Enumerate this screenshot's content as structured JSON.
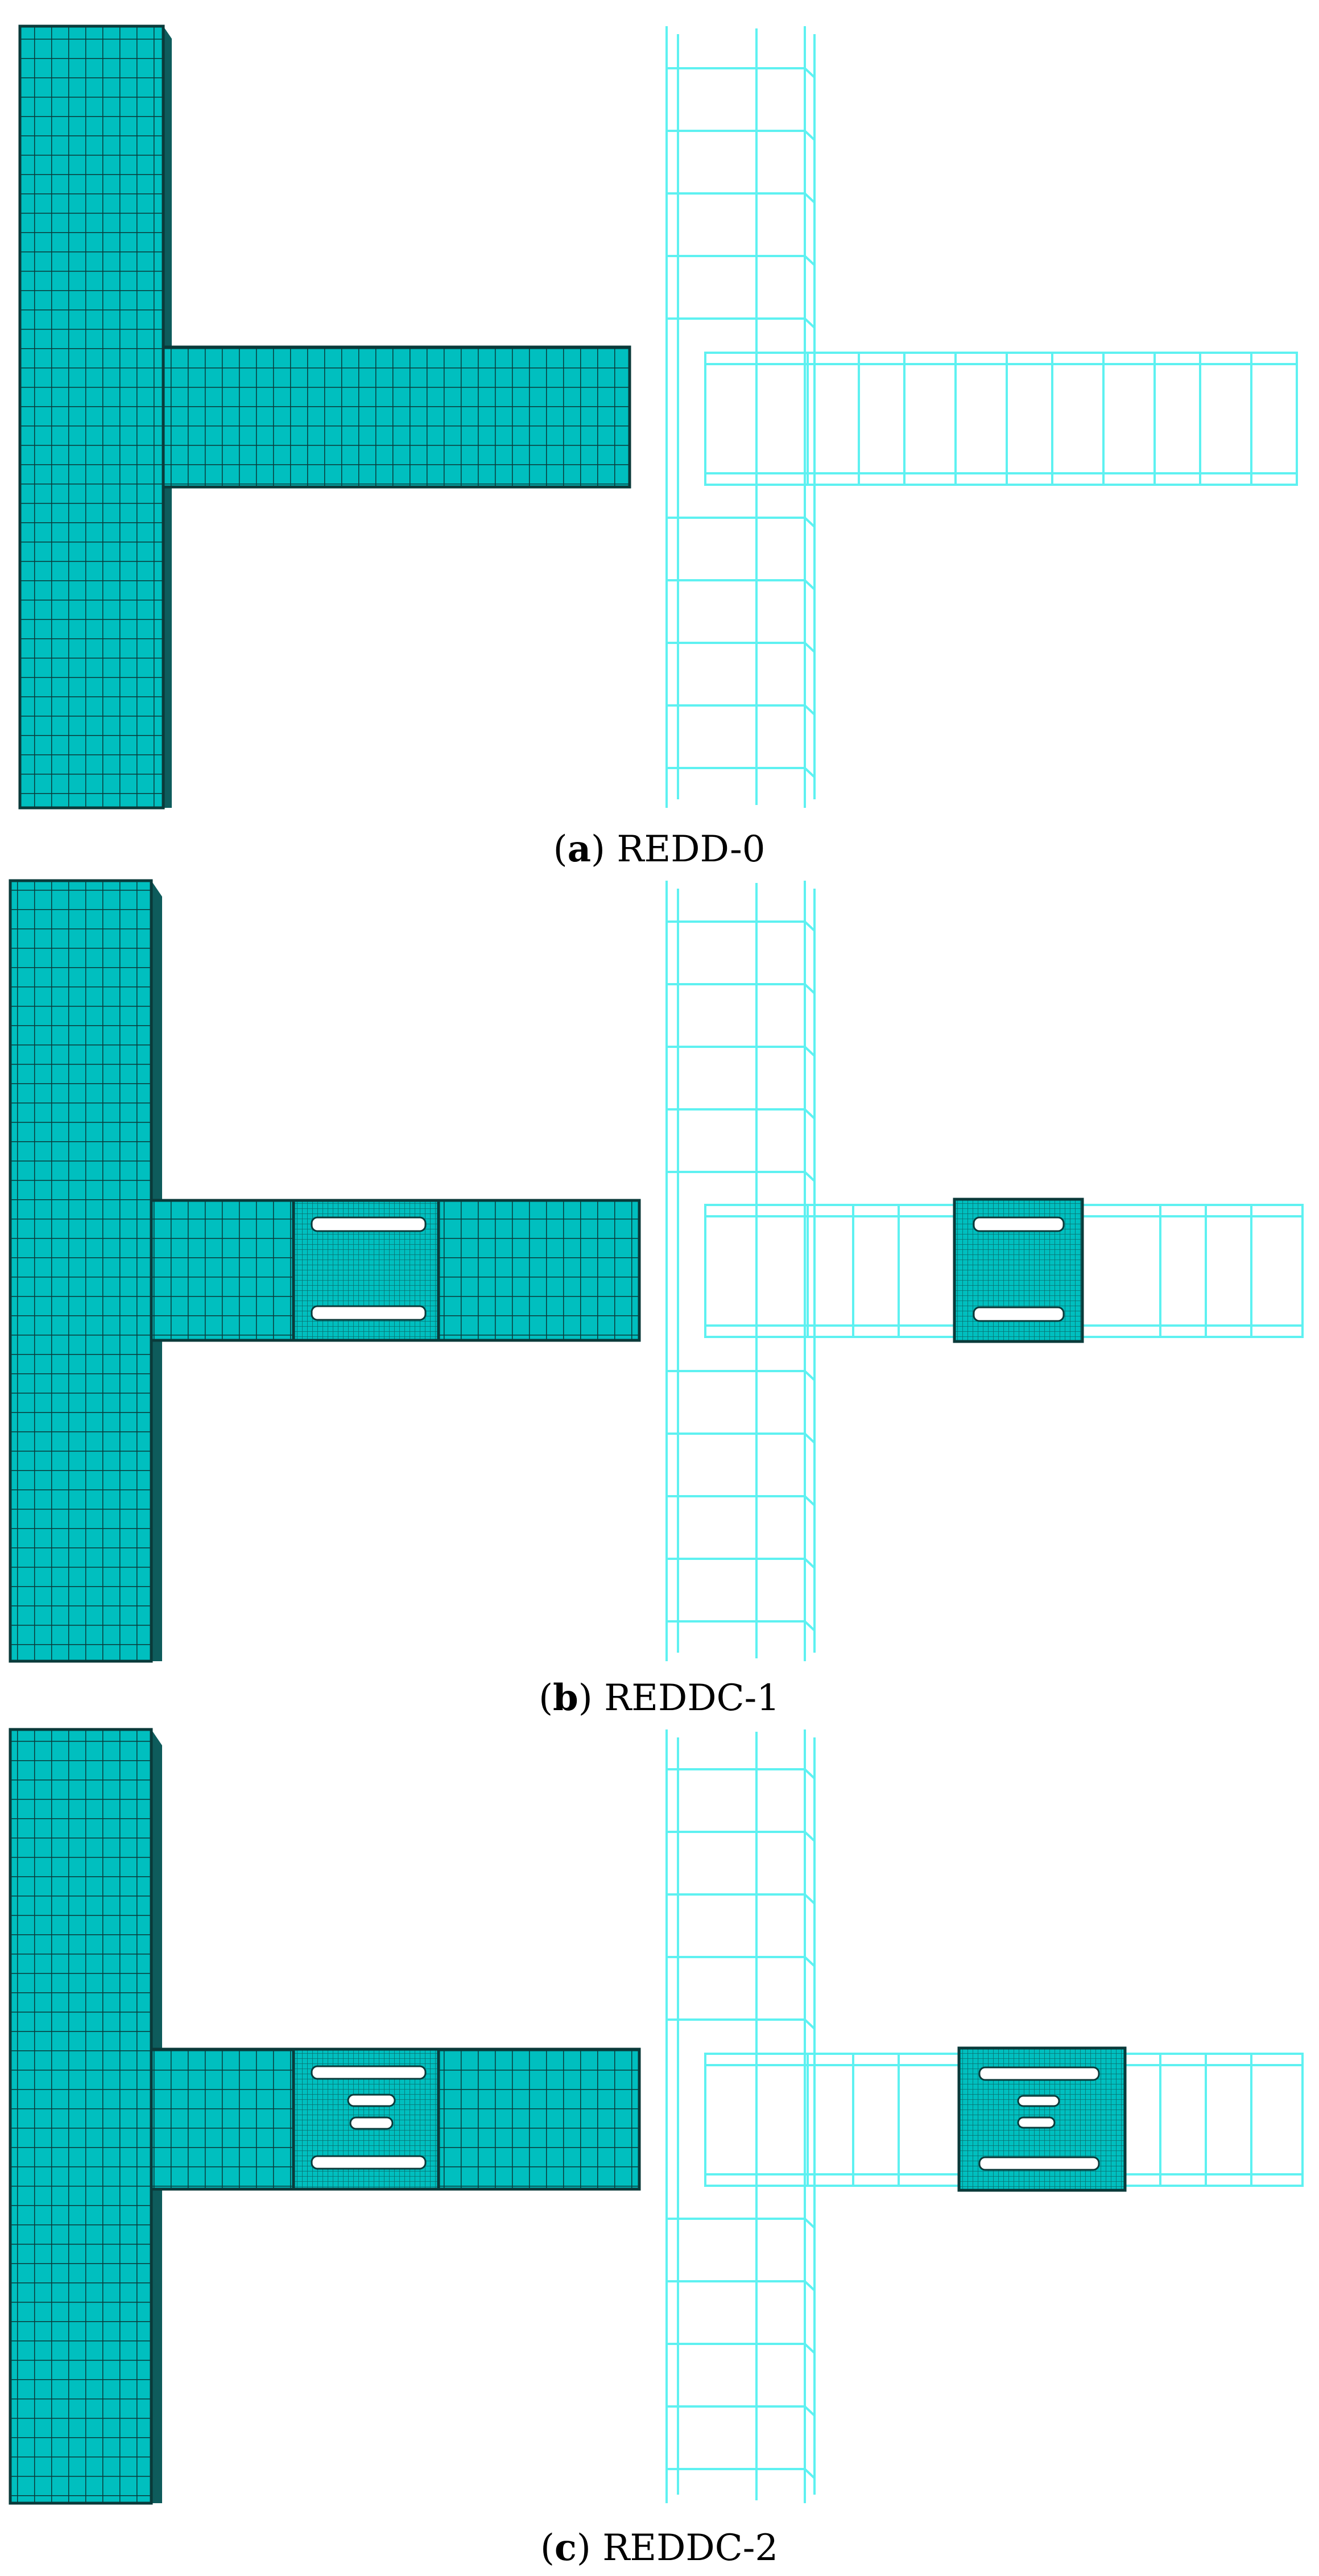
{
  "panels": [
    {
      "letter": "a",
      "name": "REDD-0",
      "variant": "plain"
    },
    {
      "letter": "b",
      "name": "REDDC-1",
      "variant": "single-slot"
    },
    {
      "letter": "c",
      "name": "REDDC-2",
      "variant": "multi-slot"
    }
  ],
  "colors": {
    "solid_fill": "#00BFBF",
    "solid_line": "#0A3A3A",
    "solid_side": "#0E5C5C",
    "wire": "#5EF1F1",
    "fine_mesh": "#0B6B6B",
    "caption": "#000000"
  }
}
